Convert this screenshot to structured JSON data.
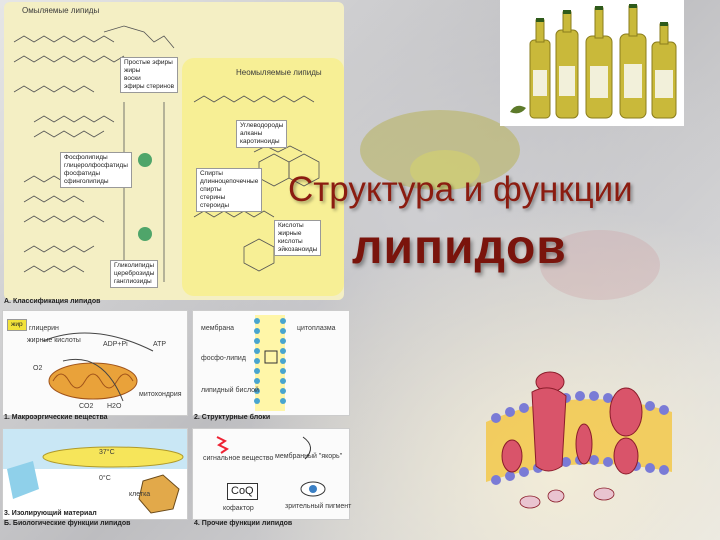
{
  "title": {
    "line1": "Структура и функции",
    "line2": "липидов"
  },
  "diagram": {
    "panel_a": {
      "header": "Омыляемые липиды",
      "right_header": "Неомыляемые липиды",
      "boxes": [
        "Простые эфиры\nжиры\nвоски\nэфиры стеринов",
        "Углеводороды\nалканы\nкаротиноиды",
        "Фосфолипиды\nглицеролфосфатиды\nфосфатиды\nсфинголипиды",
        "Спирты\nдлинноцепочечные\nспирты\nстерины\nстероиды",
        "Кислоты\nжирные\nкислоты\nэйкозаноиды",
        "Гликолипиды\nцереброзиды\nганглиозиды"
      ],
      "caption": "А. Классификация липидов"
    },
    "panel_1": {
      "labels": [
        "жир",
        "глицерин",
        "жирные кислоты",
        "ADP+Pi",
        "ATP",
        "O2",
        "митохондрия",
        "CO2",
        "H2O"
      ],
      "caption": "1. Макроэргические вещества"
    },
    "panel_2": {
      "labels": [
        "мембрана",
        "цитоплазма",
        "фосфо-липид",
        "липидный бислой"
      ],
      "caption": "2. Структурные блоки"
    },
    "panel_3": {
      "labels": [
        "37°C",
        "0°C",
        "клетка"
      ],
      "caption": "3. Изолирующий материал"
    },
    "panel_4": {
      "labels": [
        "сигнальное вещество",
        "мембранный \"якорь\"",
        "CoQ",
        "кофактор",
        "зрительный пигмент"
      ],
      "caption": "4. Прочие функции липидов"
    },
    "caption_b": "Б. Биологические функции липидов"
  },
  "colors": {
    "title": "#8b1c10",
    "panel_a_bg": "#f4efc4",
    "panel_a_right_bg": "#f7ef95",
    "oil": "#c9b93a"
  }
}
